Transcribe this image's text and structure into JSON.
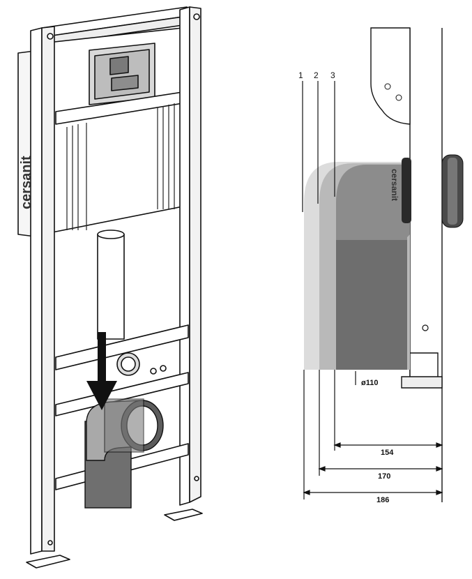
{
  "left_view": {
    "brand": "cersanit"
  },
  "right_view": {
    "brand": "cersanit",
    "positions": [
      "1",
      "2",
      "3"
    ],
    "diameter_label": "ø110",
    "dimensions": [
      "154",
      "170",
      "186"
    ]
  }
}
